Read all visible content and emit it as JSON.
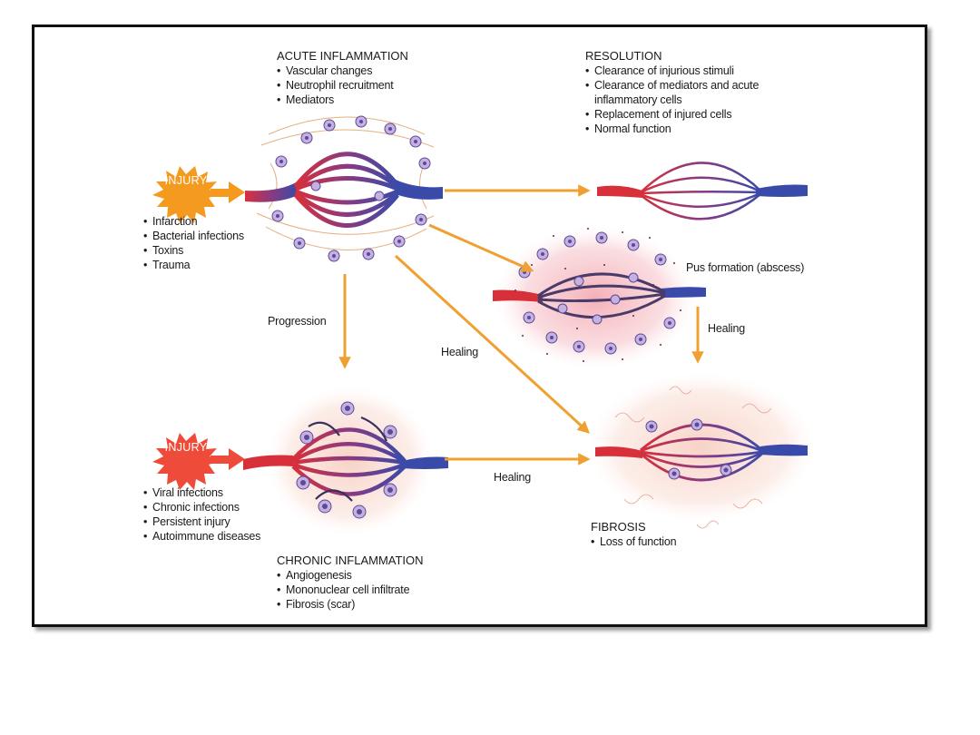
{
  "acute": {
    "title": "ACUTE INFLAMMATION",
    "items": [
      "Vascular changes",
      "Neutrophil recruitment",
      "Mediators"
    ]
  },
  "resolution": {
    "title": "RESOLUTION",
    "items": [
      "Clearance of injurious stimuli",
      "Clearance of mediators and acute",
      "inflammatory cells",
      "Replacement of injured cells",
      "Normal function"
    ]
  },
  "injury_top": {
    "label": "INJURY",
    "causes": [
      "Infarction",
      "Bacterial infections",
      "Toxins",
      "Trauma"
    ]
  },
  "injury_bottom": {
    "label": "INJURY",
    "causes": [
      "Viral infections",
      "Chronic infections",
      "Persistent injury",
      "Autoimmune diseases"
    ]
  },
  "abscess": {
    "label": "Pus formation (abscess)"
  },
  "arrows": {
    "progression": "Progression",
    "healing_diag": "Healing",
    "healing_right": "Healing",
    "healing_bottom": "Healing"
  },
  "chronic": {
    "title": "CHRONIC INFLAMMATION",
    "items": [
      "Angiogenesis",
      "Mononuclear cell infiltrate",
      "Fibrosis (scar)"
    ]
  },
  "fibrosis": {
    "title": "FIBROSIS",
    "items": [
      "Loss of function"
    ]
  },
  "colors": {
    "arrow": "#f0a030",
    "artery": "#d8303a",
    "vein": "#3a4aa8",
    "cell": "#c6b0e0",
    "cell_nucleus": "#5a4a9a",
    "injury_top": "#f39a1f",
    "injury_bottom": "#ee4b3a"
  }
}
